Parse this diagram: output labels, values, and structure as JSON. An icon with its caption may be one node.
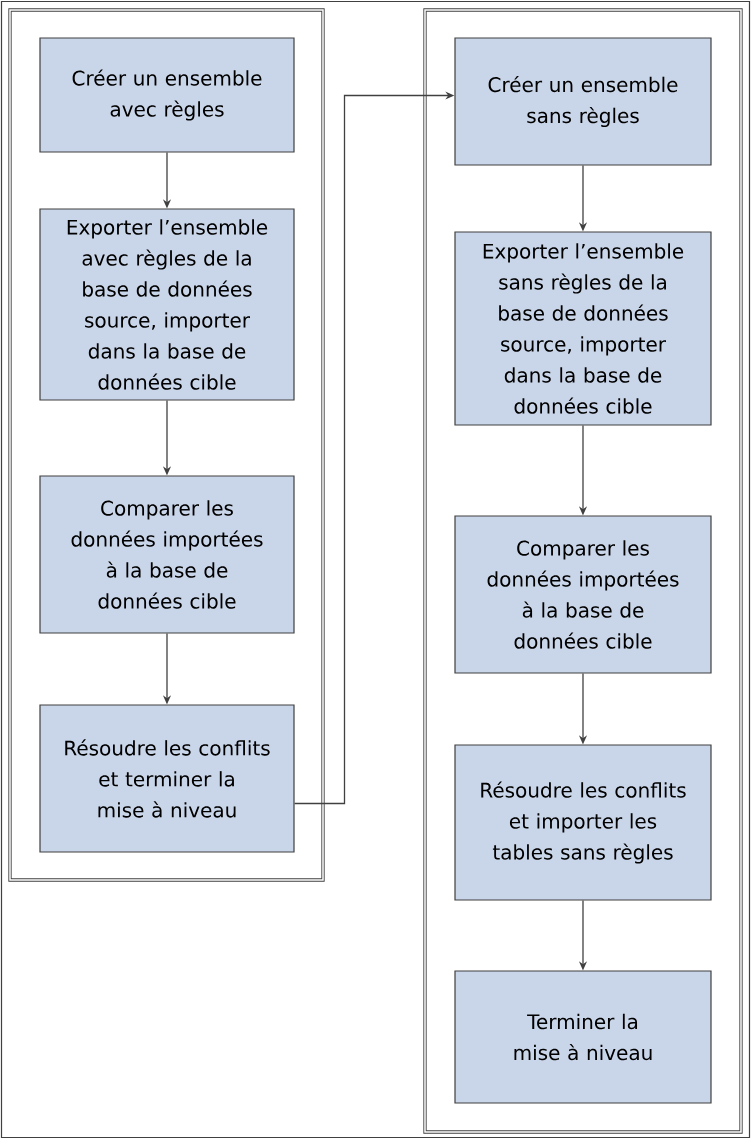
{
  "diagram": {
    "nodes": [
      {
        "text": [],
        "shape": "box"
      },
      {
        "text": [
          "Créer un ensemble avec règles"
        ],
        "in": 0
      },
      {
        "text": [
          "Exporter l’ensemble avec règles de la base de données source, importer dans la base de données cible"
        ],
        "in": 0
      },
      {
        "text": [
          "Comparer les données importées à la base de données cible"
        ],
        "in": 0
      },
      {
        "text": [
          "Résoudre les conflits et terminer la mise à niveau"
        ],
        "in": 0
      },
      {
        "text": [],
        "shape": "box"
      },
      {
        "text": [
          "Créer un ensemble sans règles"
        ],
        "in": 5
      },
      {
        "text": [
          "Exporter l’ensemble sans règles de la base de données source, importer dans la base de données cible"
        ],
        "in": 5
      },
      {
        "text": [
          "Comparer les données importées à la base de données cible"
        ],
        "in": 5
      },
      {
        "text": [
          "Résoudre les conflits et importer les tables sans règles"
        ],
        "in": 5
      },
      {
        "text": [
          "Terminer la mise à niveau"
        ],
        "in": 5
      }
    ],
    "edges": [
      {
        "from": 1,
        "to": 2,
        "arrow": "to"
      },
      {
        "from": 2,
        "to": 3,
        "arrow": "to"
      },
      {
        "from": 3,
        "to": 4,
        "arrow": "to"
      },
      {
        "from": 4,
        "to": 6,
        "arrow": "to"
      },
      {
        "from": 6,
        "to": 7,
        "arrow": "to"
      },
      {
        "from": 7,
        "to": 8,
        "arrow": "to"
      },
      {
        "from": 8,
        "to": 9,
        "arrow": "to"
      },
      {
        "from": 9,
        "to": 10,
        "arrow": "to"
      }
    ]
  }
}
